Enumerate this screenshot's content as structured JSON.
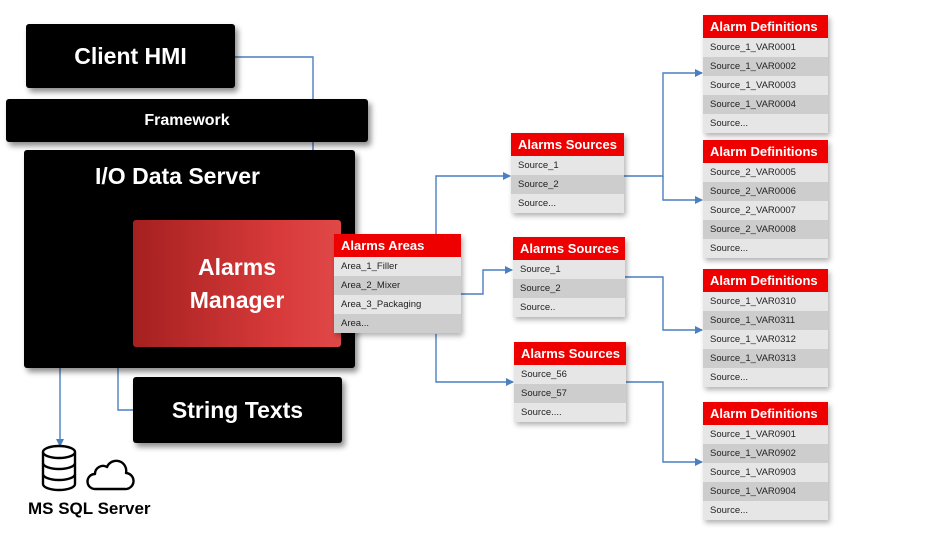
{
  "blocks": {
    "client_hmi": "Client HMI",
    "framework": "Framework",
    "io_server": "I/O Data Server",
    "alarms_manager_line1": "Alarms",
    "alarms_manager_line2": "Manager",
    "string_texts": "String Texts",
    "db_label": "MS SQL Server"
  },
  "colors": {
    "accent": "#ee0000",
    "manager": "#cc2e2e",
    "connector": "#4a7fc0"
  },
  "icons": [
    "database-icon",
    "cloud-icon"
  ],
  "areas": {
    "title": "Alarms Areas",
    "rows": [
      "Area_1_Filler",
      "Area_2_Mixer",
      "Area_3_Packaging",
      "Area..."
    ]
  },
  "sources": [
    {
      "title": "Alarms Sources",
      "rows": [
        "Source_1",
        "Source_2",
        "Source..."
      ]
    },
    {
      "title": "Alarms Sources",
      "rows": [
        "Source_1",
        "Source_2",
        "Source.."
      ]
    },
    {
      "title": "Alarms Sources",
      "rows": [
        "Source_56",
        "Source_57",
        "Source...."
      ]
    }
  ],
  "definitions": [
    {
      "title": "Alarm Definitions",
      "rows": [
        "Source_1_VAR0001",
        "Source_1_VAR0002",
        "Source_1_VAR0003",
        "Source_1_VAR0004",
        "Source..."
      ]
    },
    {
      "title": "Alarm Definitions",
      "rows": [
        "Source_2_VAR0005",
        "Source_2_VAR0006",
        "Source_2_VAR0007",
        "Source_2_VAR0008",
        "Source..."
      ]
    },
    {
      "title": "Alarm Definitions",
      "rows": [
        "Source_1_VAR0310",
        "Source_1_VAR0311",
        "Source_1_VAR0312",
        "Source_1_VAR0313",
        "Source..."
      ]
    },
    {
      "title": "Alarm Definitions",
      "rows": [
        "Source_1_VAR0901",
        "Source_1_VAR0902",
        "Source_1_VAR0903",
        "Source_1_VAR0904",
        "Source..."
      ]
    }
  ]
}
